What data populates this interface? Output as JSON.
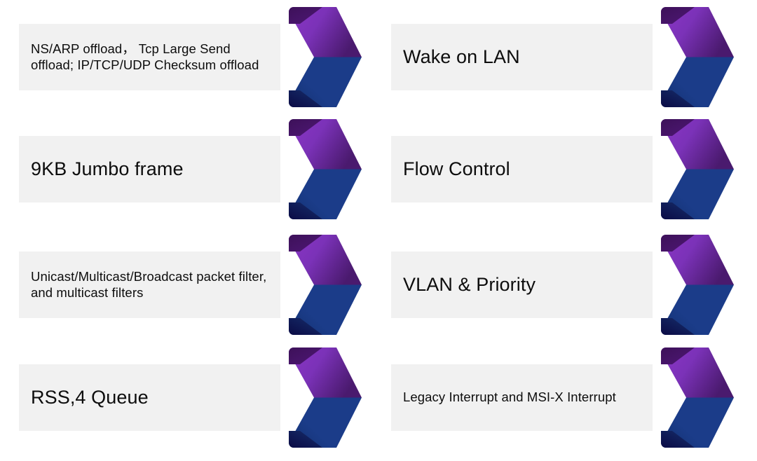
{
  "diagram": {
    "type": "chevron-process-list",
    "title": "",
    "columns": 2,
    "rows": 4,
    "colors": {
      "bar_background": "#f1f1f1",
      "text": "#0d0d0d",
      "chevron_purple_light": "#8b35c4",
      "chevron_purple": "#7b32b8",
      "chevron_purple_dark": "#3d1159",
      "chevron_purple_tip": "#4a1a6e",
      "chevron_blue": "#1b3c89",
      "chevron_blue_dark": "#0b0b45",
      "chevron_blue_tip": "#12306f",
      "page_background": "#ffffff"
    },
    "items": [
      {
        "id": "offload",
        "label": "NS/ARP offload， Tcp Large Send offload; IP/TCP/UDP Checksum offload",
        "size": "small",
        "column": 0,
        "row": 0
      },
      {
        "id": "wake-on-lan",
        "label": "Wake on LAN",
        "size": "large",
        "column": 1,
        "row": 0
      },
      {
        "id": "jumbo-frame",
        "label": "9KB Jumbo frame",
        "size": "large",
        "column": 0,
        "row": 1
      },
      {
        "id": "flow-control",
        "label": "Flow Control",
        "size": "large",
        "column": 1,
        "row": 1
      },
      {
        "id": "packet-filter",
        "label": "Unicast/Multicast/Broadcast packet filter, and multicast filters",
        "size": "small",
        "column": 0,
        "row": 2
      },
      {
        "id": "vlan-priority",
        "label": "VLAN & Priority",
        "size": "large",
        "column": 1,
        "row": 2
      },
      {
        "id": "rss-queue",
        "label": "RSS,4 Queue",
        "size": "large",
        "column": 0,
        "row": 3
      },
      {
        "id": "interrupts",
        "label": "Legacy Interrupt and MSI-X Interrupt",
        "size": "small",
        "column": 1,
        "row": 3
      }
    ]
  }
}
